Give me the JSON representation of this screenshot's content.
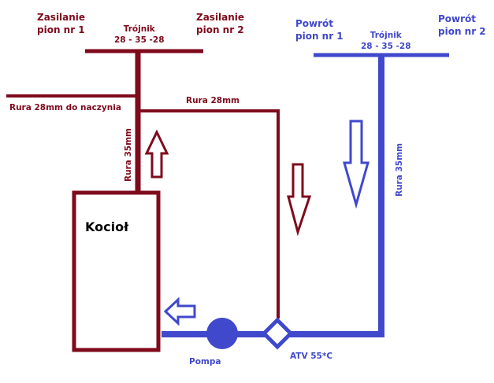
{
  "colors": {
    "supply": "#7f0a1c",
    "return": "#4048cc"
  },
  "labels": {
    "supply_riser_1": "Zasilanie\npion nr 1",
    "supply_riser_2": "Zasilanie\npion nr 2",
    "supply_tee": "Trójnik\n28 - 35 -28",
    "return_riser_1": "Powrót\npion nr 1",
    "return_riser_2": "Powrót\npion nr 2",
    "return_tee": "Trójnik\n28 - 35 -28",
    "pipe_to_vessel": "Rura 28mm do naczynia",
    "pipe_28": "Rura 28mm",
    "pipe_35_supply": "Rura 35mm",
    "pipe_35_return": "Rura 35mm",
    "boiler": "Kocioł",
    "pump": "Pompa",
    "valve": "ATV 55*C"
  }
}
